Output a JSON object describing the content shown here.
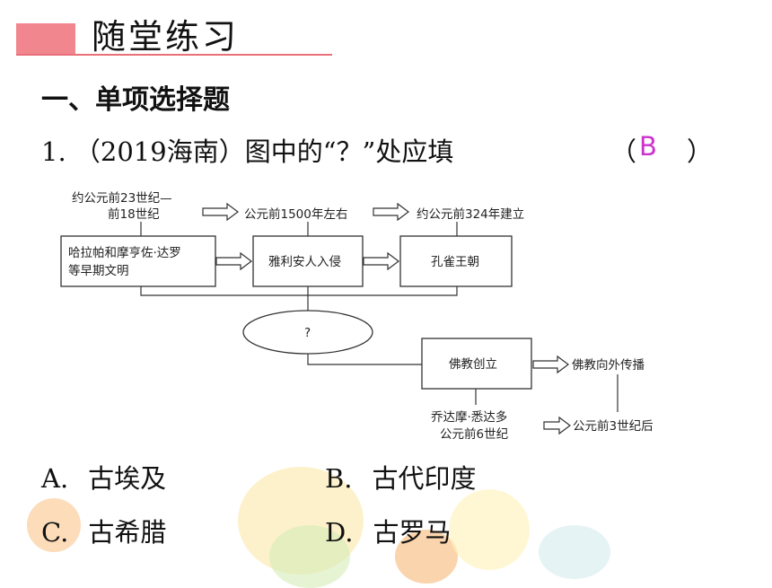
{
  "header": {
    "title": "随堂练习"
  },
  "section": {
    "title": "一、单项选择题"
  },
  "question": {
    "text": "1. （2019海南）图中的“？”处应填",
    "paren_open": "（",
    "answer": "B",
    "paren_close": "）"
  },
  "diagram": {
    "time1_line1": "约公元前23世纪—",
    "time1_line2": "前18世纪",
    "time2": "公元前1500年左右",
    "time3": "约公元前324年建立",
    "box1_line1": "哈拉帕和摩亨佐·达罗",
    "box1_line2": "等早期文明",
    "box2": "雅利安人入侵",
    "box3": "孔雀王朝",
    "oval": "?",
    "box4": "佛教创立",
    "spread": "佛教向外传播",
    "founder_line1": "乔达摩·悉达多",
    "founder_line2": "公元前6世纪",
    "after": "公元前3世纪后"
  },
  "options": [
    {
      "letter": "A.",
      "text": "古埃及"
    },
    {
      "letter": "B.",
      "text": "古代印度"
    },
    {
      "letter": "C.",
      "text": "古希腊"
    },
    {
      "letter": "D.",
      "text": "古罗马"
    }
  ],
  "colors": {
    "accent": "#f2868e",
    "answer": "#cc33cc"
  }
}
